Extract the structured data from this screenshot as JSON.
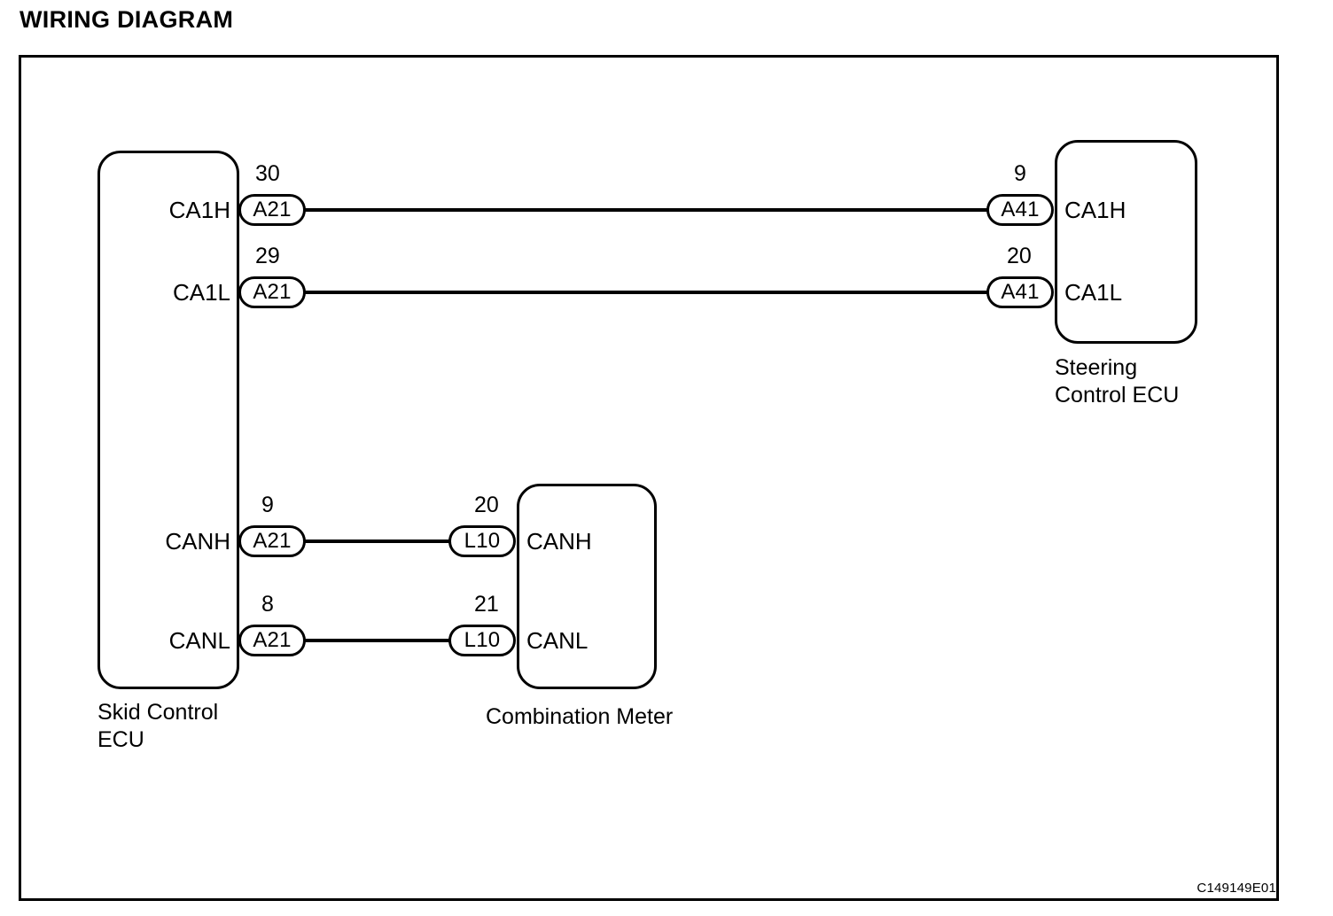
{
  "page": {
    "title": "WIRING DIAGRAM",
    "figure_code": "C149149E01",
    "line_color": "#000000",
    "background_color": "#ffffff"
  },
  "units": [
    {
      "id": "skid-control-ecu",
      "caption": "Skid Control\nECU",
      "terminals_side": "right"
    },
    {
      "id": "combination-meter",
      "caption": "Combination Meter",
      "terminals_side": "left"
    },
    {
      "id": "steering-control-ecu",
      "caption": "Steering\nControl ECU",
      "terminals_side": "left"
    }
  ],
  "connections": [
    {
      "id": "ca1h-link",
      "from": {
        "unit": "skid-control-ecu",
        "terminal": "CA1H",
        "connector": "A21",
        "pin": "30"
      },
      "to": {
        "unit": "steering-control-ecu",
        "terminal": "CA1H",
        "connector": "A41",
        "pin": "9"
      }
    },
    {
      "id": "ca1l-link",
      "from": {
        "unit": "skid-control-ecu",
        "terminal": "CA1L",
        "connector": "A21",
        "pin": "29"
      },
      "to": {
        "unit": "steering-control-ecu",
        "terminal": "CA1L",
        "connector": "A41",
        "pin": "20"
      }
    },
    {
      "id": "canh-link",
      "from": {
        "unit": "skid-control-ecu",
        "terminal": "CANH",
        "connector": "A21",
        "pin": "9"
      },
      "to": {
        "unit": "combination-meter",
        "terminal": "CANH",
        "connector": "L10",
        "pin": "20"
      }
    },
    {
      "id": "canl-link",
      "from": {
        "unit": "skid-control-ecu",
        "terminal": "CANL",
        "connector": "A21",
        "pin": "8"
      },
      "to": {
        "unit": "combination-meter",
        "terminal": "CANL",
        "connector": "L10",
        "pin": "21"
      }
    }
  ]
}
